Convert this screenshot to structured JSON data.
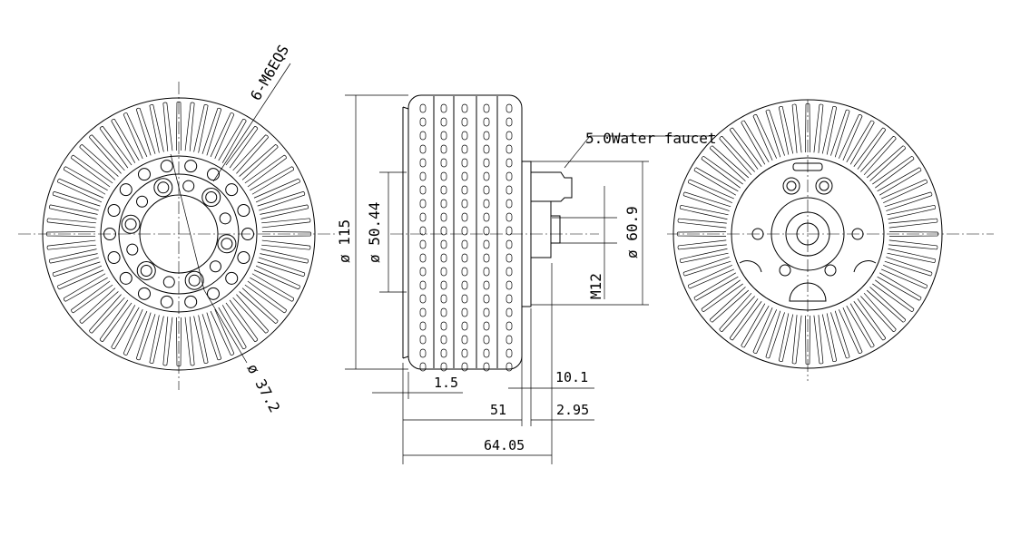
{
  "labels": {
    "bolt_pattern": "6-M6EQS",
    "left_bore_dia": "ø 37.2",
    "outer_dia": "ø 115",
    "inner_dia": "ø 50.44",
    "water_faucet": "5.0Water faucet",
    "flange_dia": "ø 60.9",
    "thread": "M12",
    "rim_width": "1.5",
    "flange_offset": "10.1",
    "body_length": "51",
    "flange_thickness": "2.95",
    "total_length": "64.05"
  }
}
